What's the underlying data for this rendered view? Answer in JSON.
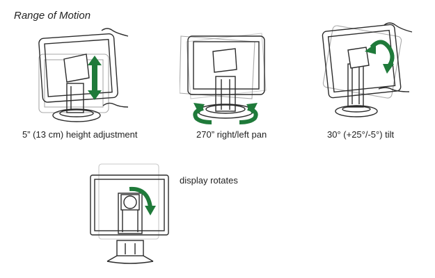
{
  "title": "Range of Motion",
  "captions": {
    "height": "5” (13 cm) height adjustment",
    "pan": "270” right/left pan",
    "tilt": "30° (+25°/-5°) tilt",
    "rotate": "display rotates"
  },
  "colors": {
    "arrow": "#1f7a3a",
    "line": "#2b2b2b",
    "ghost": "#a8a8a8"
  },
  "icons": {
    "height": "up-down-arrow-icon",
    "pan": "pan-arrow-icon",
    "tilt": "tilt-arrow-icon",
    "rotate": "rotate-arrow-icon"
  }
}
